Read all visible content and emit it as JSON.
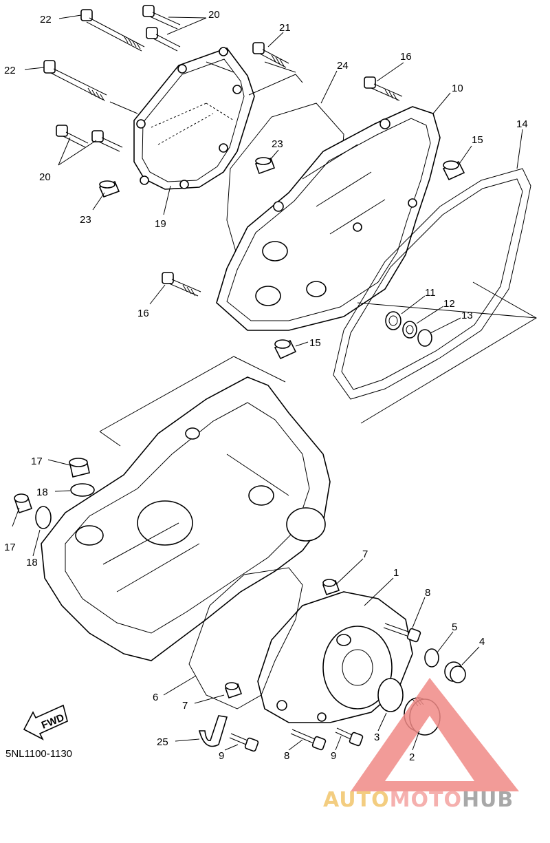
{
  "diagram": {
    "code": "5NL1100-1130",
    "fwd_label": "FWD",
    "labels": [
      {
        "id": "l22a",
        "text": "22"
      },
      {
        "id": "l22b",
        "text": "22"
      },
      {
        "id": "l20a",
        "text": "20"
      },
      {
        "id": "l20b",
        "text": "20"
      },
      {
        "id": "l21",
        "text": "21"
      },
      {
        "id": "l24",
        "text": "24"
      },
      {
        "id": "l16a",
        "text": "16"
      },
      {
        "id": "l10",
        "text": "10"
      },
      {
        "id": "l14",
        "text": "14"
      },
      {
        "id": "l15a",
        "text": "15"
      },
      {
        "id": "l23a",
        "text": "23"
      },
      {
        "id": "l23b",
        "text": "23"
      },
      {
        "id": "l19",
        "text": "19"
      },
      {
        "id": "l16b",
        "text": "16"
      },
      {
        "id": "l11",
        "text": "11"
      },
      {
        "id": "l12",
        "text": "12"
      },
      {
        "id": "l13",
        "text": "13"
      },
      {
        "id": "l15b",
        "text": "15"
      },
      {
        "id": "l17a",
        "text": "17"
      },
      {
        "id": "l18a",
        "text": "18"
      },
      {
        "id": "l17b",
        "text": "17"
      },
      {
        "id": "l18b",
        "text": "18"
      },
      {
        "id": "l7a",
        "text": "7"
      },
      {
        "id": "l1",
        "text": "1"
      },
      {
        "id": "l8a",
        "text": "8"
      },
      {
        "id": "l5",
        "text": "5"
      },
      {
        "id": "l4",
        "text": "4"
      },
      {
        "id": "l6",
        "text": "6"
      },
      {
        "id": "l7b",
        "text": "7"
      },
      {
        "id": "l3",
        "text": "3"
      },
      {
        "id": "l2",
        "text": "2"
      },
      {
        "id": "l25",
        "text": "25"
      },
      {
        "id": "l9a",
        "text": "9"
      },
      {
        "id": "l8b",
        "text": "8"
      },
      {
        "id": "l9b",
        "text": "9"
      }
    ]
  },
  "watermark": {
    "part1": "AUTO",
    "part2": "MOTO",
    "part3": "HUB",
    "color1": "#f2c56b",
    "color2": "#f4a3a0",
    "color3": "#9a9a9a",
    "triangle_color": "#f08a86"
  }
}
